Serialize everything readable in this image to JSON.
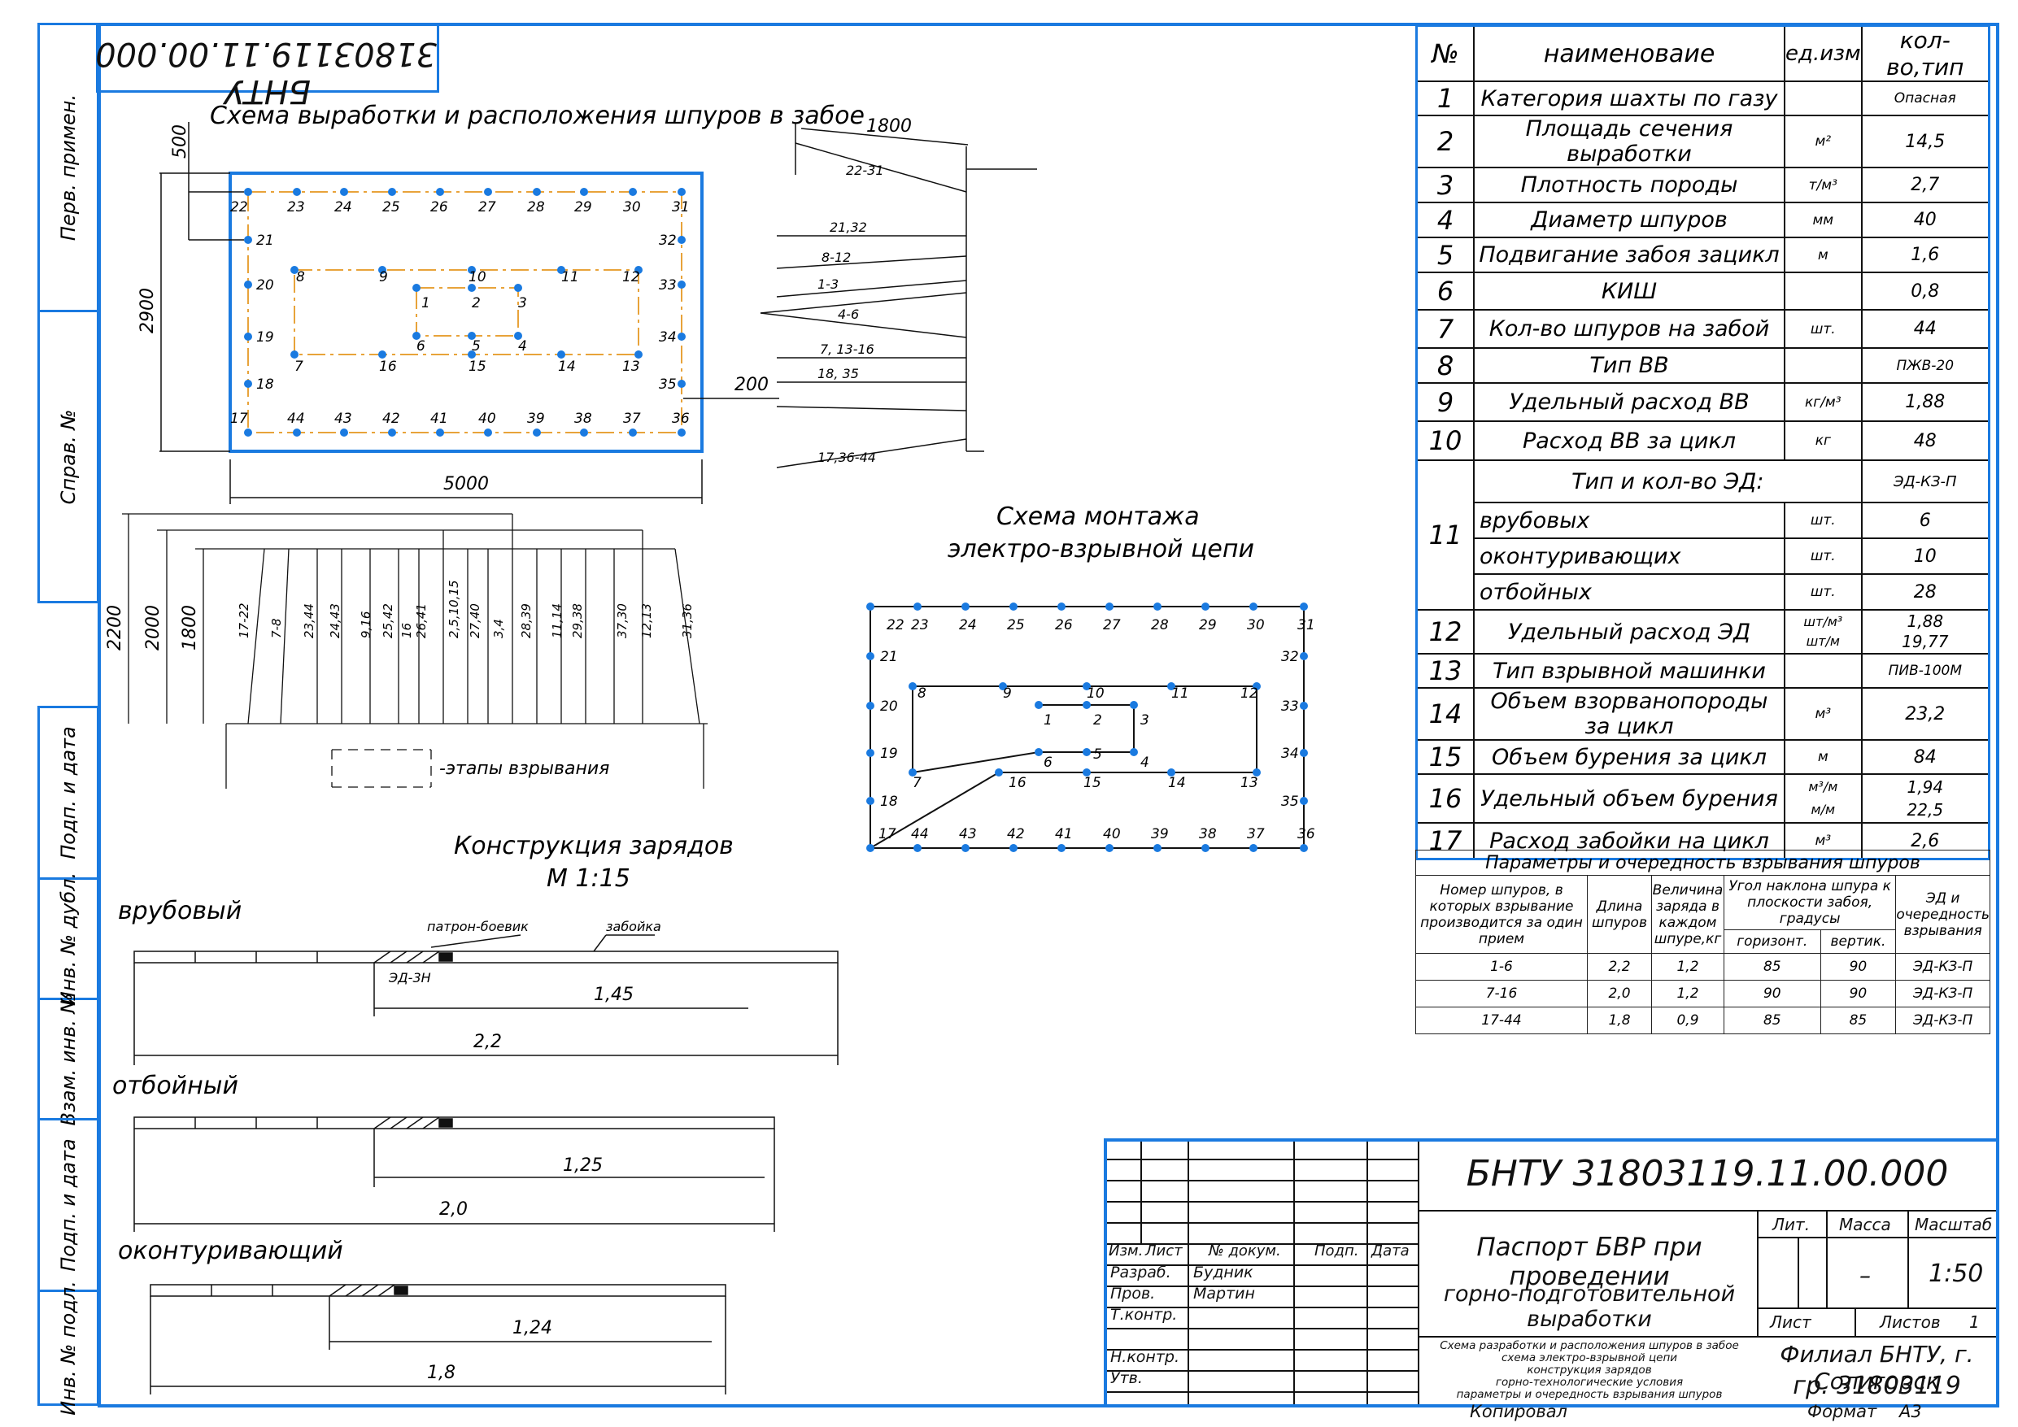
{
  "drawing_code": "БНТУ 31803119.11.00.000",
  "drawing_code_mirrored": "БНТУ 31803119.11.00.000",
  "side_labels": [
    "Перв. примен.",
    "Справ. №",
    "Подп. и дата",
    "Инв. № дубл.",
    "Взам. инв. №",
    "Подп. и дата",
    "Инв. № подл."
  ],
  "titles": {
    "face_scheme": "Схема выработки и расположения шпуров в забое",
    "circuit_scheme_1": "Схема монтажа",
    "circuit_scheme_2": "электро-взрывной цепи",
    "charge_construction_1": "Конструкция зарядов",
    "charge_construction_2": "М 1:15"
  },
  "face": {
    "width_label": "5000",
    "height_label": "2900",
    "top_offset": "500",
    "side_offset": "200",
    "angle_dim": "1800",
    "hole_groups": [
      "22-31",
      "21,32",
      "8-12",
      "1-3",
      "4-6",
      "7, 13-16",
      "18, 35",
      "17,36-44"
    ],
    "depths": [
      "2200",
      "2000",
      "1800"
    ],
    "depth_groups": [
      "17-22",
      "7-8",
      "23,44",
      "24,43",
      "9,16",
      "25,42",
      "16",
      "26,41",
      "2,5,10,15",
      "27,40",
      "3,4",
      "28,39",
      "11,14",
      "29,38",
      "37,30",
      "12,13",
      "31,36"
    ],
    "legend": "-этапы взрывания"
  },
  "charges": {
    "cut": {
      "name": "врубовый",
      "primer": "патрон-боевик",
      "stemming": "забойка",
      "detonator": "ЭД-3Н",
      "charge_len": "1,45",
      "total_len": "2,2"
    },
    "break": {
      "name": "отбойный",
      "charge_len": "1,25",
      "total_len": "2,0"
    },
    "contour": {
      "name": "оконтуривающий",
      "charge_len": "1,24",
      "total_len": "1,8"
    }
  },
  "spec": {
    "header": [
      "№",
      "наименоваие",
      "ед.изм",
      "кол-во,тип"
    ],
    "rows": [
      [
        "1",
        "Категория шахты по газу",
        "",
        "Опасная"
      ],
      [
        "2",
        "Площадь сечения выработки",
        "м²",
        "14,5"
      ],
      [
        "3",
        "Плотность породы",
        "т/м³",
        "2,7"
      ],
      [
        "4",
        "Диаметр шпуров",
        "мм",
        "40"
      ],
      [
        "5",
        "Подвигание забоя зацикл",
        "м",
        "1,6"
      ],
      [
        "6",
        "КИШ",
        "",
        "0,8"
      ],
      [
        "7",
        "Кол-во шпуров на забой",
        "шт.",
        "44"
      ],
      [
        "8",
        "Тип ВВ",
        "",
        "ПЖВ-20"
      ],
      [
        "9",
        "Удельный расход ВВ",
        "кг/м³",
        "1,88"
      ],
      [
        "10",
        "Расход ВВ за цикл",
        "кг",
        "48"
      ]
    ],
    "row11": {
      "num": "11",
      "title": "Тип и кол-во ЭД:",
      "type": "ЭД-КЗ-П",
      "items": [
        [
          "врубовых",
          "шт.",
          "6"
        ],
        [
          "оконтуривающих",
          "шт.",
          "10"
        ],
        [
          "отбойных",
          "шт.",
          "28"
        ]
      ]
    },
    "row12": {
      "num": "12",
      "name": "Удельный расход ЭД",
      "unit1": "шт/м³",
      "unit2": "шт/м",
      "v1": "1,88",
      "v2": "19,77"
    },
    "rows2": [
      [
        "13",
        "Тип взрывной машинки",
        "",
        "ПИВ-100М"
      ],
      [
        "14",
        "Объем взорванопороды за цикл",
        "м³",
        "23,2"
      ],
      [
        "15",
        "Объем бурения за цикл",
        "м",
        "84"
      ]
    ],
    "row16": {
      "num": "16",
      "name": "Удельный объем бурения",
      "unit1": "м³/м",
      "unit2": "м/м",
      "v1": "1,94",
      "v2": "22,5"
    },
    "row17": [
      "17",
      "Расход забойки на цикл",
      "м³",
      "2,6"
    ]
  },
  "blast_table": {
    "title": "Параметры и очередность взрывания шпуров",
    "h_holes": "Номер шпуров, в которых взрывание производится за один прием",
    "h_len": "Длина шпуров",
    "h_charge": "Величина заряда в каждом шпуре,кг",
    "h_angle": "Угол наклона шпура к плоскости забоя, градусы",
    "h_hor": "горизонт.",
    "h_ver": "вертик.",
    "h_ed": "ЭД и очередность взрывания",
    "rows": [
      [
        "1-6",
        "2,2",
        "1,2",
        "85",
        "90",
        "ЭД-КЗ-П"
      ],
      [
        "7-16",
        "2,0",
        "1,2",
        "90",
        "90",
        "ЭД-КЗ-П"
      ],
      [
        "17-44",
        "1,8",
        "0,9",
        "85",
        "85",
        "ЭД-КЗ-П"
      ]
    ]
  },
  "stamp": {
    "code": "БНТУ 31803119.11.00.000",
    "title1": "Паспорт БВР при проведении",
    "title2": "горно-подготовительной выработки",
    "cols": [
      "Изм.",
      "Лист",
      "№ докум.",
      "Подп.",
      "Дата"
    ],
    "roles": [
      "Разраб.",
      "Пров.",
      "Т.контр.",
      "",
      "Н.контр.",
      "Утв."
    ],
    "names": [
      "Будник",
      "Мартин",
      "",
      "",
      "",
      ""
    ],
    "lit": "Лит.",
    "mass": "Масса",
    "scale": "Масштаб",
    "mass_val": "–",
    "scale_val": "1:50",
    "sheet": "Лист",
    "sheets": "Листов",
    "sheets_val": "1",
    "org1": "Филиал БНТУ, г. Солигорск",
    "org2": "гр. 31803119",
    "contents": [
      "Схема разработки и расположения шпуров в забое",
      "схема электро-взрывной цепи",
      "конструкция зарядов",
      "горно-технологические условия",
      "параметры и очередность взрывания шпуров"
    ],
    "copied": "Копировал",
    "format": "Формат",
    "format_val": "А3"
  },
  "colors": {
    "frame": "#1a7ae0",
    "holes": "#1a7ae0",
    "contour": "#e8a33a",
    "line": "#111111"
  }
}
